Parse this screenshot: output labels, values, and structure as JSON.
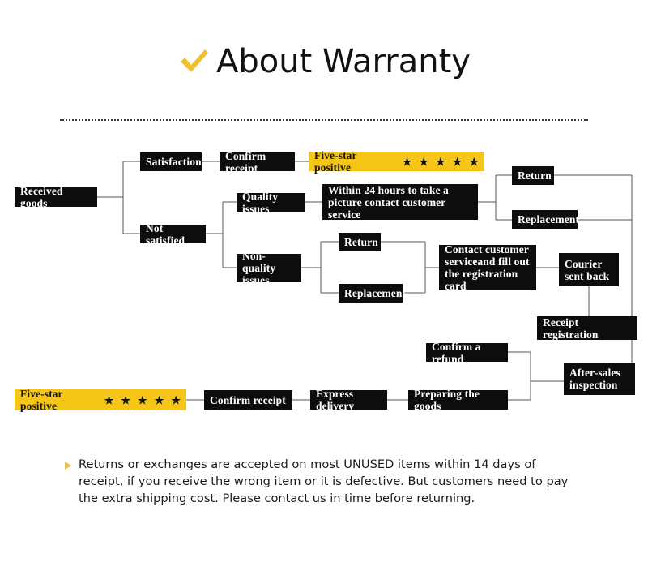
{
  "header": {
    "title": "About Warranty",
    "check_icon": "check-icon",
    "accent_color": "#F0C030"
  },
  "divider": {
    "style": "dotted",
    "color": "#3a3a3a"
  },
  "colors": {
    "node_bg": "#0d0d0d",
    "node_text": "#ffffff",
    "highlight_bg": "#F5C518",
    "highlight_text": "#161616",
    "connector": "#555555",
    "bullet": "#E8C44A"
  },
  "flowchart": {
    "star_glyph": "★",
    "star_count": 5,
    "nodes": [
      {
        "id": "received-goods",
        "label": "Received goods",
        "type": "dark"
      },
      {
        "id": "satisfaction",
        "label": "Satisfaction",
        "type": "dark"
      },
      {
        "id": "confirm-receipt-top",
        "label": "Confirm receipt",
        "type": "dark"
      },
      {
        "id": "five-star-top",
        "label": "Five-star positive",
        "type": "highlight"
      },
      {
        "id": "not-satisfied",
        "label": "Not satisfied",
        "type": "dark"
      },
      {
        "id": "quality-issues",
        "label": "Quality issues",
        "type": "dark"
      },
      {
        "id": "within-24-hours",
        "label": "Within 24 hours to take a picture contact customer service",
        "type": "dark"
      },
      {
        "id": "return-top",
        "label": "Return",
        "type": "dark"
      },
      {
        "id": "replacement-top",
        "label": "Replacement",
        "type": "dark"
      },
      {
        "id": "non-quality-issues",
        "label": "Non-quality issues",
        "type": "dark"
      },
      {
        "id": "return-mid",
        "label": "Return",
        "type": "dark"
      },
      {
        "id": "replacement-mid",
        "label": "Replacement",
        "type": "dark"
      },
      {
        "id": "contact-customer",
        "label": "Contact customer serviceand fill out the registration card",
        "type": "dark"
      },
      {
        "id": "courier-sent-back",
        "label": "Courier sent back",
        "type": "dark"
      },
      {
        "id": "receipt-registration",
        "label": "Receipt registration",
        "type": "dark"
      },
      {
        "id": "after-sales",
        "label": "After-sales inspection",
        "type": "dark"
      },
      {
        "id": "confirm-refund",
        "label": "Confirm a refund",
        "type": "dark"
      },
      {
        "id": "preparing-goods",
        "label": "Preparing the goods",
        "type": "dark"
      },
      {
        "id": "express-delivery",
        "label": "Express delivery",
        "type": "dark"
      },
      {
        "id": "confirm-receipt-bot",
        "label": "Confirm receipt",
        "type": "dark"
      },
      {
        "id": "five-star-bottom",
        "label": "Five-star positive",
        "type": "highlight"
      }
    ]
  },
  "footer": {
    "bullet_icon": "triangle-bullet-icon",
    "text": "Returns or exchanges are accepted on most UNUSED items within 14 days of receipt, if you receive the wrong item or it is defective. But customers need to pay the extra shipping cost. Please contact us in time before returning."
  }
}
